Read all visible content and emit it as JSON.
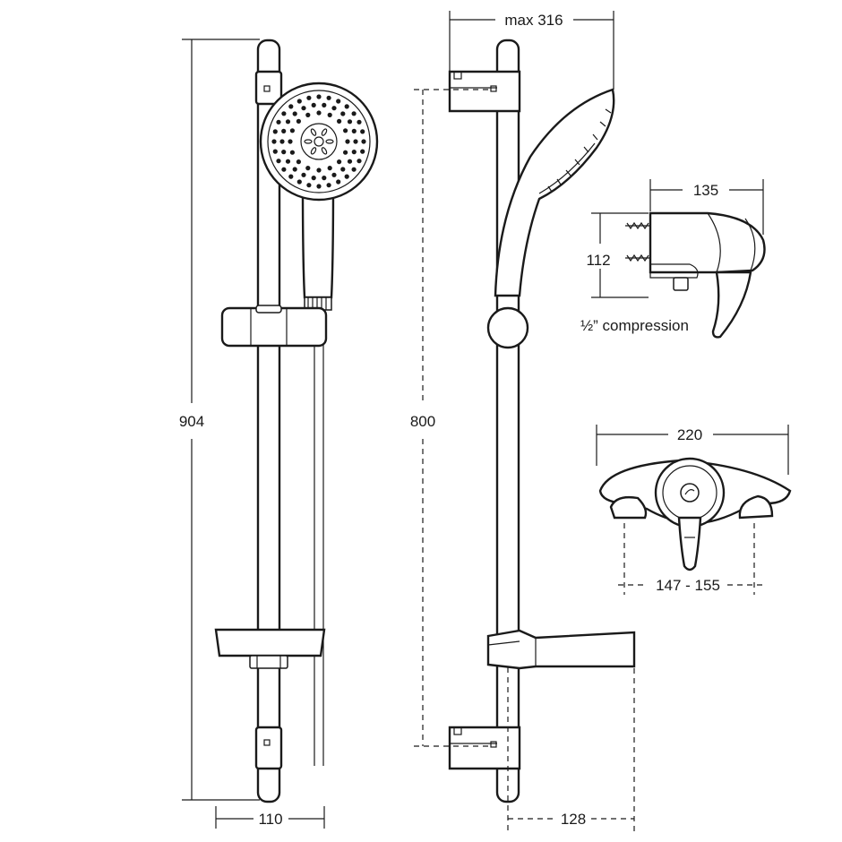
{
  "labels": {
    "max_width": "max 316",
    "total_height": "904",
    "slide_length": "800",
    "front_width": "110",
    "side_depth": "128",
    "valve_depth": "135",
    "valve_height": "112",
    "compression": "½” compression",
    "valve_width": "220",
    "centres": "147 - 155"
  },
  "colors": {
    "line": "#1a1a1a",
    "background": "#ffffff"
  }
}
